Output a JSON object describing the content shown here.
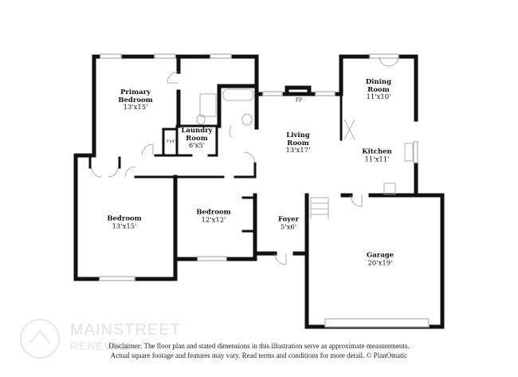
{
  "rooms": {
    "primary_bedroom": {
      "name": "Primary Bedroom",
      "size": "13'x15'"
    },
    "laundry": {
      "name": "Laundry Room",
      "size": "6'x5'"
    },
    "closet": {
      "size": "3'x4'"
    },
    "living": {
      "name": "Living Room",
      "size": "13'x17'"
    },
    "fireplace": {
      "label": "FP"
    },
    "dining": {
      "name": "Dining Room",
      "size": "11'x10'"
    },
    "kitchen": {
      "name": "Kitchen",
      "size": "11'x11'"
    },
    "bedroom1": {
      "name": "Bedroom",
      "size": "13'x15'"
    },
    "bedroom2": {
      "name": "Bedroom",
      "size": "12'x12'"
    },
    "foyer": {
      "name": "Foyer",
      "size": "5'x6'"
    },
    "garage": {
      "name": "Garage",
      "size": "20'x19'"
    }
  },
  "watermark": {
    "line1": "MAINSTREET",
    "line2": "RENEWAL"
  },
  "disclaimer": {
    "line1": "Disclaimer: The floor plan and stated dimensions in this illustration serve as approximate measurements.",
    "line2": "Actual square footage and features may vary. Read terms and conditions for more detail. © PlanOmatic"
  },
  "colors": {
    "wall": "#111111",
    "window": "#bdbdbd"
  }
}
